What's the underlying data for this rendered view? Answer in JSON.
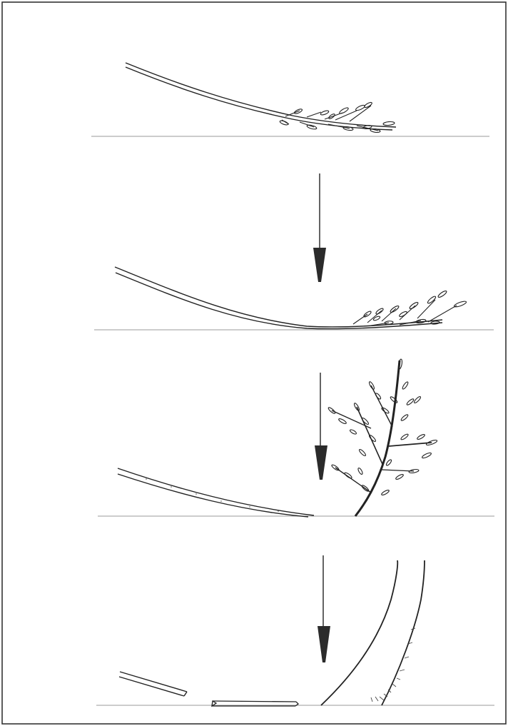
{
  "figure": {
    "panel_count": 4,
    "arrow_count": 3,
    "colors": {
      "background": "#ffffff",
      "ink": "#222222",
      "ground": "#9a9a9a",
      "frame": "#333333",
      "arrow_head": "#2b2b2b"
    },
    "panels": [
      {
        "name": "layering-branch"
      },
      {
        "name": "branch-touching-ground"
      },
      {
        "name": "new-shoot-upright"
      },
      {
        "name": "independent-young-tree"
      }
    ]
  }
}
